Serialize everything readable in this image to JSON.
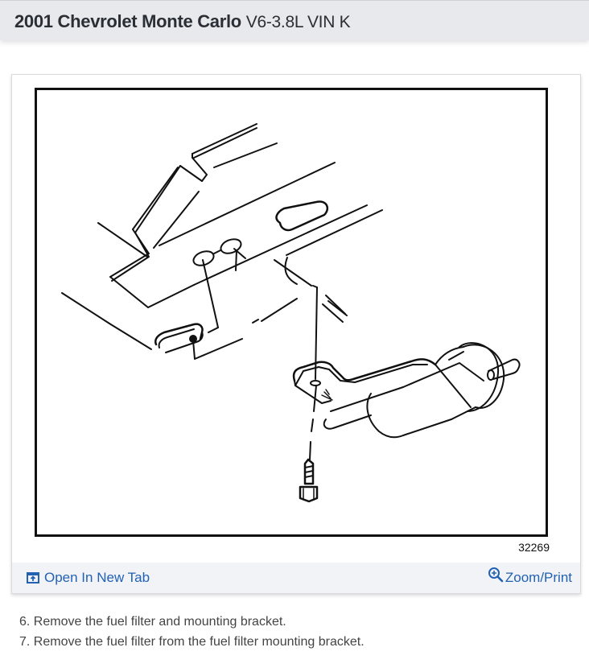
{
  "header": {
    "title_bold": "2001 Chevrolet Monte Carlo",
    "title_sub": "V6-3.8L VIN K"
  },
  "figure": {
    "number": "32269",
    "description": "Line drawing of fuel filter and mounting bracket attached to underbody with bolt"
  },
  "card_footer": {
    "open_label": "Open In New Tab",
    "open_icon": "open-in-new-tab-icon",
    "zoom_label": "Zoom/Print",
    "zoom_icon": "zoom-in-icon",
    "link_color": "#2361b4"
  },
  "steps": [
    "6. Remove the fuel filter and mounting bracket.",
    "7. Remove the fuel filter from the fuel filter mounting bracket."
  ]
}
